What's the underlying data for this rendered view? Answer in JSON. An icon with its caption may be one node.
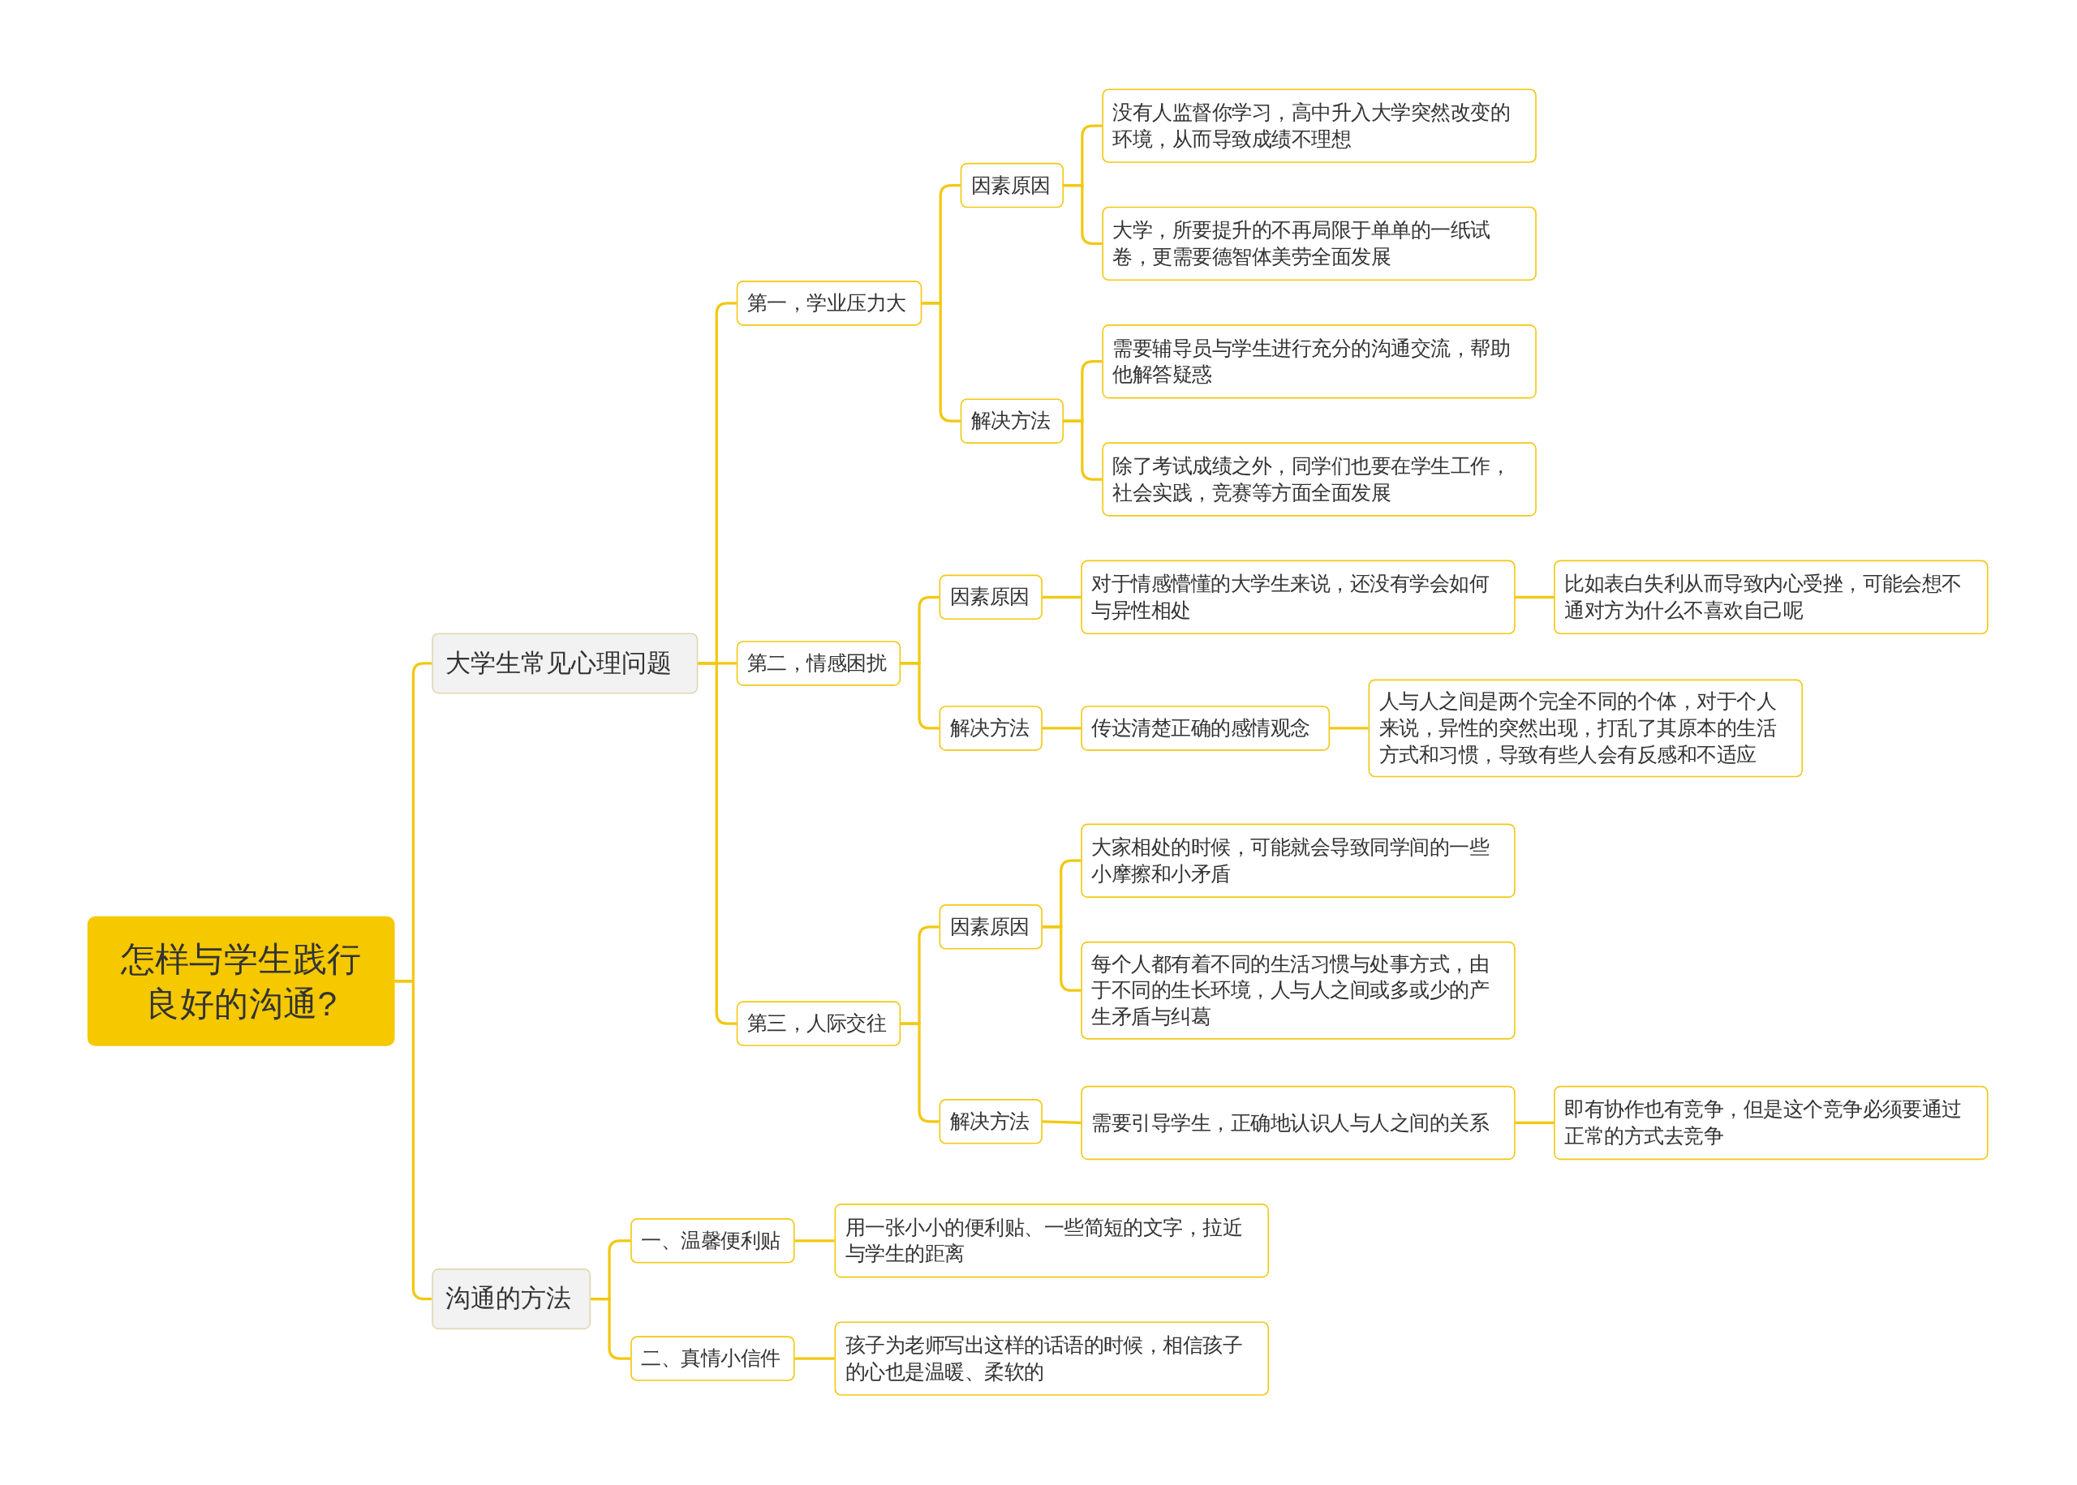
{
  "diagram": {
    "nodes": [
      {
        "text": [
          "怎样与学生践行良好的沟通?"
        ]
      },
      {
        "text": [
          "大学生常见心理问题"
        ]
      },
      {
        "text": [
          "第一，学业压力大"
        ]
      },
      {
        "text": [
          "因素原因"
        ]
      },
      {
        "text": [
          "没有人监督你学习，高中升入大学突然改变的环境，从而导致成绩不理想"
        ]
      },
      {
        "text": [
          "大学，所要提升的不再局限于单单的一纸试卷，更需要德智体美劳全面发展"
        ]
      },
      {
        "text": [
          "解决方法"
        ]
      },
      {
        "text": [
          "需要辅导员与学生进行充分的沟通交流，帮助他解答疑惑"
        ]
      },
      {
        "text": [
          "除了考试成绩之外，同学们也要在学生工作，社会实践，竞赛等方面全面发展"
        ]
      },
      {
        "text": [
          "第二，情感困扰"
        ]
      },
      {
        "text": [
          "因素原因"
        ]
      },
      {
        "text": [
          "对于情感懵懂的大学生来说，还没有学会如何与异性相处"
        ]
      },
      {
        "text": [
          "比如表白失利从而导致内心受挫，可能会想不通对方为什么不喜欢自己呢"
        ]
      },
      {
        "text": [
          "解决方法"
        ]
      },
      {
        "text": [
          "传达清楚正确的感情观念"
        ]
      },
      {
        "text": [
          "人与人之间是两个完全不同的个体，对于个人来说，异性的突然出现，打乱了其原本的生活方式和习惯，导致有些人会有反感和不适应"
        ]
      },
      {
        "text": [
          "第三，人际交往"
        ]
      },
      {
        "text": [
          "因素原因"
        ]
      },
      {
        "text": [
          "大家相处的时候，可能就会导致同学间的一些小摩擦和小矛盾"
        ]
      },
      {
        "text": [
          "每个人都有着不同的生活习惯与处事方式，由于不同的生长环境，人与人之间或多或少的产生矛盾与纠葛"
        ]
      },
      {
        "text": [
          "解决方法"
        ]
      },
      {
        "text": [
          "需要引导学生，正确地认识人与人之间的关系"
        ]
      },
      {
        "text": [
          "即有协作也有竞争，但是这个竞争必须要通过正常的方式去竞争"
        ]
      },
      {
        "text": [
          "沟通的方法"
        ]
      },
      {
        "text": [
          "一、温馨便利贴"
        ]
      },
      {
        "text": [
          "用一张小小的便利贴、一些简短的文字，拉近与学生的距离"
        ]
      },
      {
        "text": [
          "二、真情小信件"
        ]
      },
      {
        "text": [
          "孩子为老师写出这样的话语的时候，相信孩子的心也是温暖、柔软的"
        ]
      }
    ],
    "edges": [
      {
        "from": 0,
        "to": 1,
        "arrow": "none"
      },
      {
        "from": 1,
        "to": 2,
        "arrow": "none"
      },
      {
        "from": 2,
        "to": 3,
        "arrow": "none"
      },
      {
        "from": 3,
        "to": 4,
        "arrow": "none"
      },
      {
        "from": 3,
        "to": 5,
        "arrow": "none"
      },
      {
        "from": 2,
        "to": 6,
        "arrow": "none"
      },
      {
        "from": 6,
        "to": 7,
        "arrow": "none"
      },
      {
        "from": 6,
        "to": 8,
        "arrow": "none"
      },
      {
        "from": 1,
        "to": 9,
        "arrow": "none"
      },
      {
        "from": 9,
        "to": 10,
        "arrow": "none"
      },
      {
        "from": 10,
        "to": 11,
        "arrow": "none"
      },
      {
        "from": 11,
        "to": 12,
        "arrow": "none"
      },
      {
        "from": 9,
        "to": 13,
        "arrow": "none"
      },
      {
        "from": 13,
        "to": 14,
        "arrow": "none"
      },
      {
        "from": 14,
        "to": 15,
        "arrow": "none"
      },
      {
        "from": 1,
        "to": 16,
        "arrow": "none"
      },
      {
        "from": 16,
        "to": 17,
        "arrow": "none"
      },
      {
        "from": 17,
        "to": 18,
        "arrow": "none"
      },
      {
        "from": 17,
        "to": 19,
        "arrow": "none"
      },
      {
        "from": 16,
        "to": 20,
        "arrow": "none"
      },
      {
        "from": 20,
        "to": 21,
        "arrow": "none"
      },
      {
        "from": 21,
        "to": 22,
        "arrow": "none"
      },
      {
        "from": 0,
        "to": 23,
        "arrow": "none"
      },
      {
        "from": 23,
        "to": 24,
        "arrow": "none"
      },
      {
        "from": 24,
        "to": 25,
        "arrow": "none"
      },
      {
        "from": 23,
        "to": 26,
        "arrow": "none"
      },
      {
        "from": 26,
        "to": 27,
        "arrow": "none"
      }
    ]
  }
}
